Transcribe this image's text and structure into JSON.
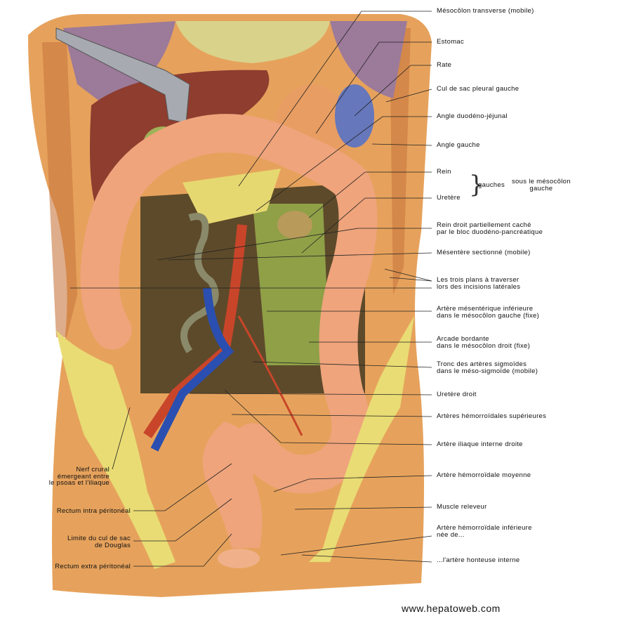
{
  "right_labels": [
    {
      "id": "mesocolon-transverse",
      "lines": [
        "Mésocôlon transverse (mobile)"
      ]
    },
    {
      "id": "estomac",
      "lines": [
        "Estomac"
      ]
    },
    {
      "id": "rate",
      "lines": [
        "Rate"
      ]
    },
    {
      "id": "cul-de-sac-pleural",
      "lines": [
        "Cul de sac pleural gauche"
      ]
    },
    {
      "id": "angle-duodeno-jejunal",
      "lines": [
        "Angle duodéno-jéjunal"
      ]
    },
    {
      "id": "angle-gauche",
      "lines": [
        "Angle gauche"
      ]
    },
    {
      "id": "rein",
      "lines": [
        "Rein"
      ]
    },
    {
      "id": "uretere",
      "lines": [
        "Uretère"
      ]
    },
    {
      "id": "rein-droit",
      "lines": [
        "Rein droit partiellement caché",
        "par le bloc duodéno-pancréatique"
      ]
    },
    {
      "id": "mesentere",
      "lines": [
        "Mésentère sectionné (mobile)"
      ]
    },
    {
      "id": "trois-plans",
      "lines": [
        "Les trois plans à traverser",
        "lors des incisions latérales"
      ]
    },
    {
      "id": "artere-mesenterique",
      "lines": [
        "Artère mésentérique inférieure",
        "dans le mésocôlon gauche (fixe)"
      ]
    },
    {
      "id": "arcade-bordante",
      "lines": [
        "Arcade bordante",
        "dans le mésocôlon droit (fixe)"
      ]
    },
    {
      "id": "tronc-sigmoides",
      "lines": [
        "Tronc des artères sigmoïdes",
        "dans le méso-sigmoïde (mobile)"
      ]
    },
    {
      "id": "uretere-droit",
      "lines": [
        "Uretère droit"
      ]
    },
    {
      "id": "hemorroidales-sup",
      "lines": [
        "Artères hémorroïdales supérieures"
      ]
    },
    {
      "id": "iliaque-interne",
      "lines": [
        "Artère iliaque interne droite"
      ]
    },
    {
      "id": "hemorroidale-moyenne",
      "lines": [
        "Artère hémorroïdale moyenne"
      ]
    },
    {
      "id": "muscle-releveur",
      "lines": [
        "Muscle releveur"
      ]
    },
    {
      "id": "hemorroidale-inf",
      "lines": [
        "Artère hémorroïdale inférieure",
        "née de..."
      ]
    },
    {
      "id": "honteuse-interne",
      "lines": [
        "...l'artère honteuse interne"
      ]
    }
  ],
  "gauches_group": {
    "word": "gauches",
    "detail": [
      "sous le mésocôlon",
      "gauche"
    ]
  },
  "left_labels": [
    {
      "id": "nerf-crural",
      "lines": [
        "Nerf crural",
        "émergeant entre",
        "le psoas et l'iliaque"
      ]
    },
    {
      "id": "rectum-intra",
      "lines": [
        "Rectum intra péritonéal"
      ]
    },
    {
      "id": "limite-douglas",
      "lines": [
        "Limite du cul de sac",
        "de Douglas"
      ]
    },
    {
      "id": "rectum-extra",
      "lines": [
        "Rectum extra péritonéal"
      ]
    }
  ],
  "footer": "www.hepatoweb.com",
  "colors": {
    "skin": "#e8a055",
    "colon": "#eea27a",
    "liver": "#8e3d2f",
    "kidney": "#5b6fb3",
    "bone": "#e9dc74",
    "mesentery": "#9bab4c"
  }
}
